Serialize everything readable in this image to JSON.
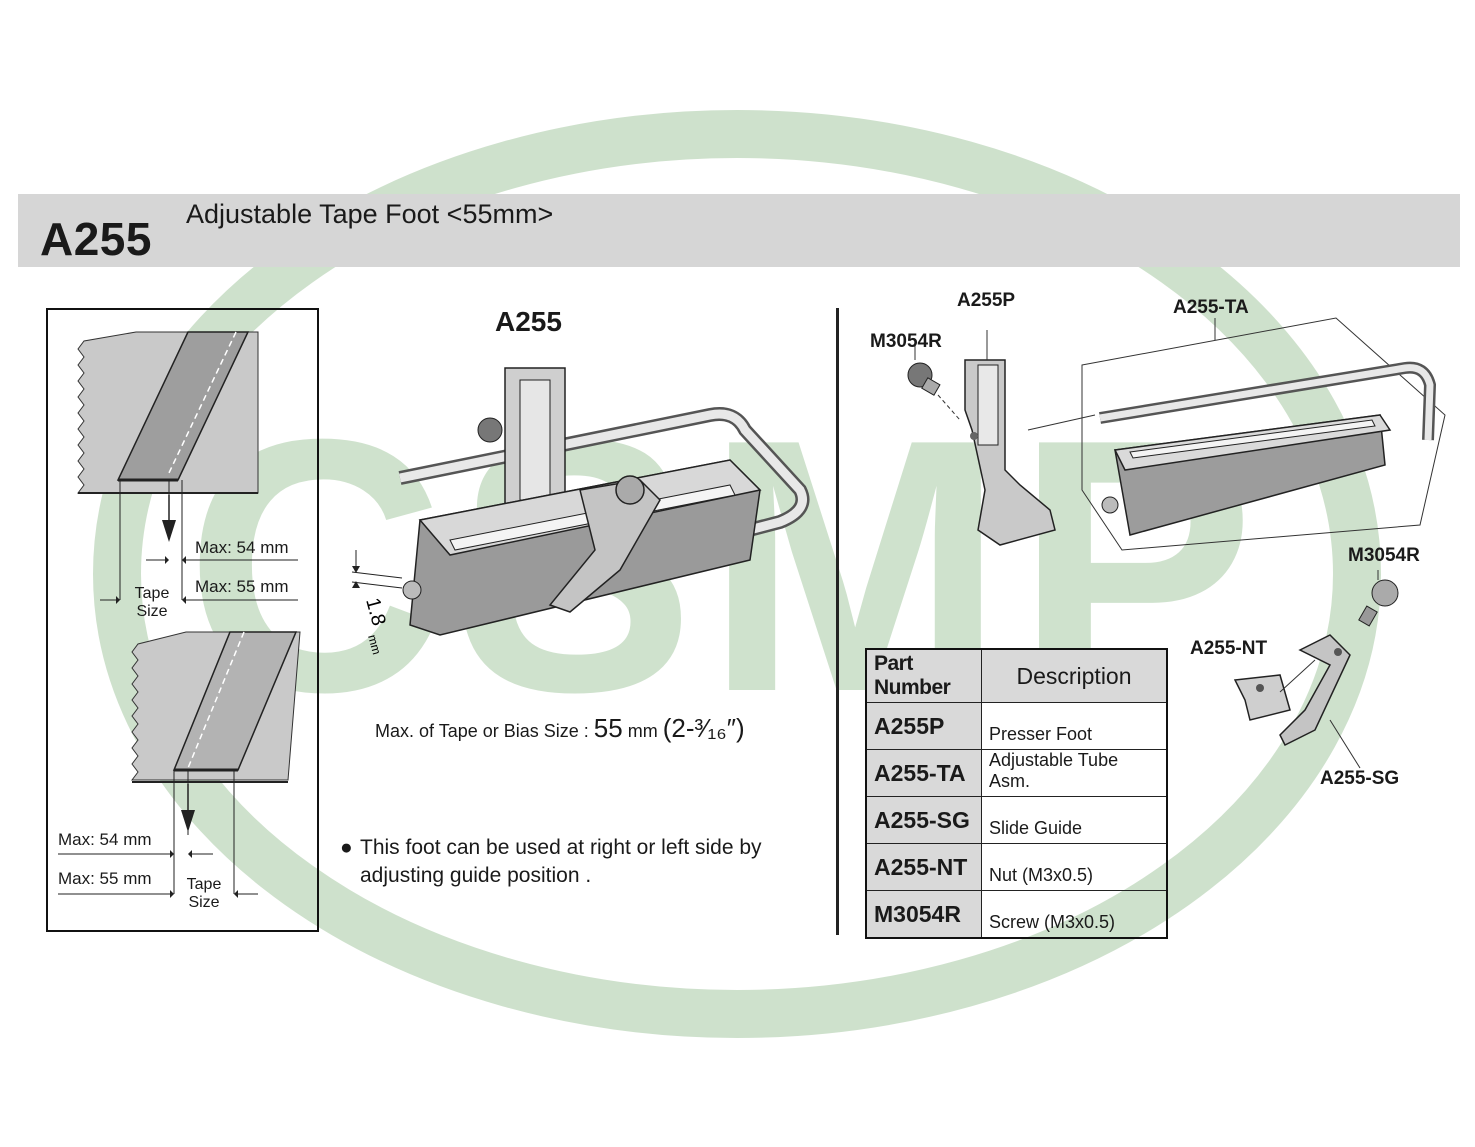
{
  "watermark": {
    "text": "CSMP",
    "color": "#b9d5b6"
  },
  "header": {
    "code": "A255",
    "title": "Adjustable Tape Foot <55mm>"
  },
  "left_panel": {
    "top": {
      "max54": "Max: 54 mm",
      "max55": "Max: 55 mm",
      "tape_size_line1": "Tape",
      "tape_size_line2": "Size"
    },
    "bottom": {
      "max54": "Max: 54 mm",
      "max55": "Max: 55 mm",
      "tape_size_line1": "Tape",
      "tape_size_line2": "Size"
    }
  },
  "center": {
    "title": "A255",
    "thickness": "1.8",
    "thickness_unit": "mm",
    "max_size_label": "Max. of Tape or Bias Size :",
    "max_size_value": "55",
    "max_size_unit": "mm",
    "max_size_inch": "(2-³⁄₁₆″)",
    "note": "This foot can be used at right or left side by adjusting guide position ."
  },
  "exploded": {
    "labels": {
      "a255p": "A255P",
      "m3054r_top": "M3054R",
      "a255ta": "A255-TA",
      "m3054r_right": "M3054R",
      "a255nt": "A255-NT",
      "a255sg": "A255-SG"
    }
  },
  "parts_table": {
    "headers": {
      "part_number": "Part Number",
      "description": "Description"
    },
    "rows": [
      {
        "part": "A255P",
        "description": "Presser Foot"
      },
      {
        "part": "A255-TA",
        "description": "Adjustable Tube Asm."
      },
      {
        "part": "A255-SG",
        "description": "Slide Guide"
      },
      {
        "part": "A255-NT",
        "description": "Nut (M3x0.5)"
      },
      {
        "part": "M3054R",
        "description": "Screw (M3x0.5)"
      }
    ]
  }
}
